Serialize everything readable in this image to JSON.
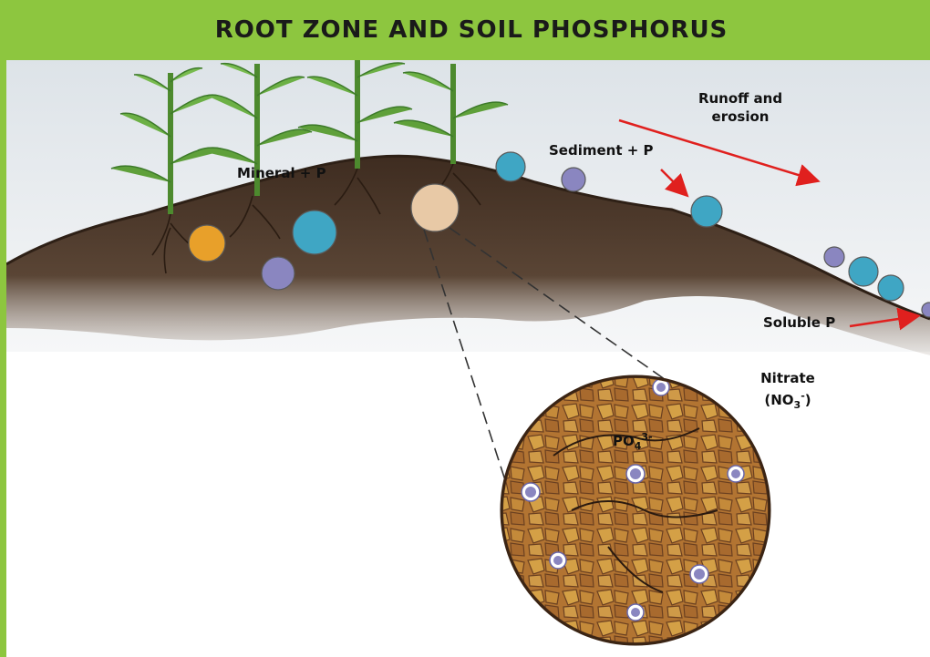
{
  "title": "ROOT ZONE AND SOIL PHOSPHORUS",
  "colors": {
    "header": "#8dc63f",
    "soil": "#4a3527",
    "sky": "#e8ecef",
    "arrow": "#e0201e",
    "particle_orange": "#e8a02a",
    "particle_blue": "#3fa6c4",
    "particle_purple": "#8a86c0",
    "particle_tan": "#e8c9a6"
  },
  "labels": {
    "mineral_p": "Mineral + P",
    "sediment_p": "Sediment + P",
    "runoff_line1": "Runoff and",
    "runoff_line2": "erosion",
    "soluble_p": "Soluble P",
    "nitrate_line1": "Nitrate",
    "nitrate_open": "(NO",
    "nitrate_sub": "3",
    "nitrate_sup": "-",
    "nitrate_close": ")",
    "phosphate_base": "PO",
    "phosphate_sub": "4",
    "phosphate_sup": "3-"
  },
  "icons": [
    "corn-plant-icon",
    "soil-particle-icon",
    "red-arrow-icon",
    "magnified-soil-icon"
  ]
}
